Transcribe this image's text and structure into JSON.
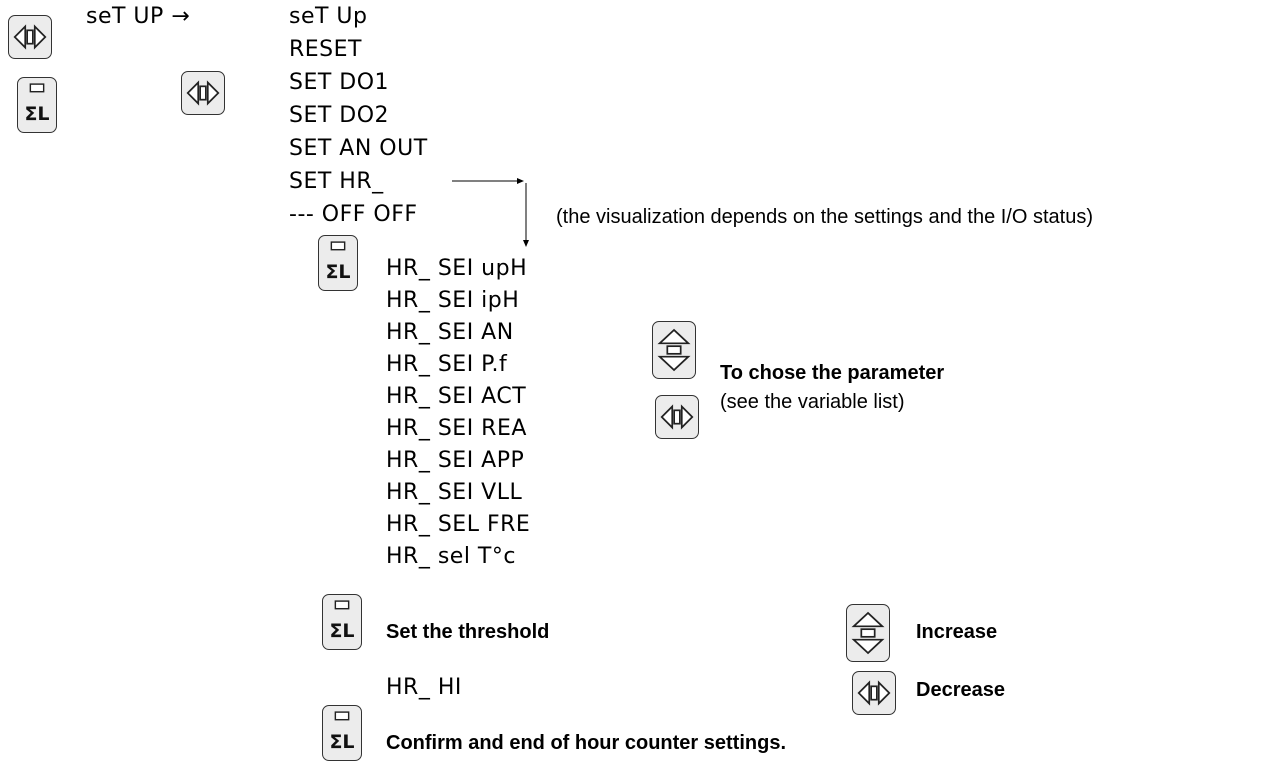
{
  "menu": {
    "label": "seT UP →",
    "items": [
      "seT Up",
      "RESET",
      "SET DO1",
      "SET DO2",
      "SET AN OUT",
      "SET HR_",
      "--- OFF OFF"
    ]
  },
  "visualization_note": "(the visualization depends on the settings and the I/O status)",
  "hr_params": [
    "HR_ SEI upH",
    "HR_ SEI ipH",
    "HR_ SEI AN",
    "HR_ SEI P.f",
    "HR_ SEI ACT",
    "HR_ SEI REA",
    "HR_ SEI APP",
    "HR_ SEI VLL",
    "HR_ SEL FRE",
    "HR_ sel T°c"
  ],
  "choose": {
    "title": "To chose the parameter",
    "subtitle": "(see the variable list)"
  },
  "threshold": {
    "label": "Set the threshold",
    "value_label": "HR_ HI",
    "increase": "Increase",
    "decrease": "Decrease"
  },
  "confirm_label": "Confirm and end of hour counter settings.",
  "icons": {
    "shift": "left-right-arrows-icon",
    "set": "sigma-L-icon",
    "updown": "up-down-arrows-icon"
  }
}
